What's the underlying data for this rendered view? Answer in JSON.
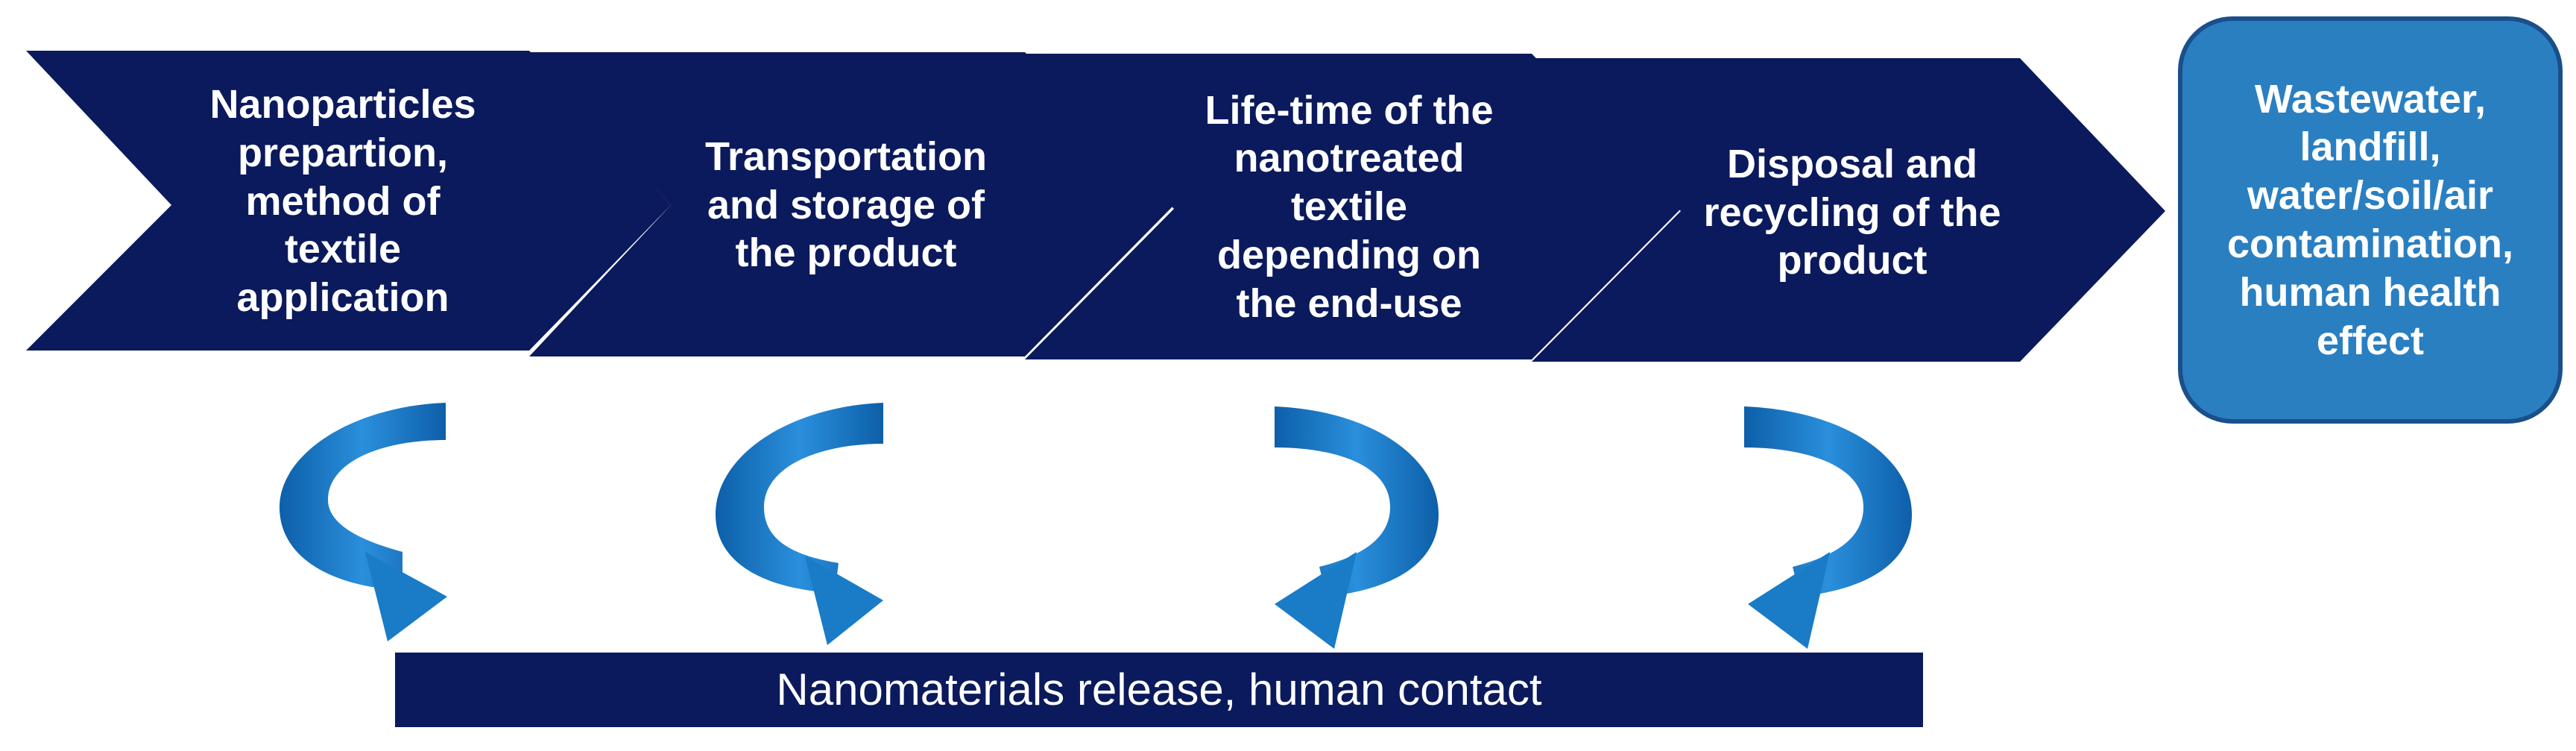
{
  "stages": [
    {
      "label": "Nanoparticles\nprepartion,\nmethod of\ntextile\napplication"
    },
    {
      "label": "Transportation\nand storage of\nthe product"
    },
    {
      "label": "Life-time of the\nnanotreated\ntextile\ndepending on\nthe end-use"
    },
    {
      "label": "Disposal and\nrecycling of the\nproduct"
    }
  ],
  "outcome": {
    "label": "Wastewater,\nlandfill,\nwater/soil/air\ncontamination,\nhuman health\neffect"
  },
  "release_bar": {
    "label": "Nanomaterials release, human contact"
  },
  "colors": {
    "chevron": "#0b1a5c",
    "outcome_fill": "#2a7fc1",
    "outcome_border": "#1a4f8a",
    "arrow": "#1a7bc7",
    "bar": "#0b1a5c",
    "text": "#ffffff"
  }
}
